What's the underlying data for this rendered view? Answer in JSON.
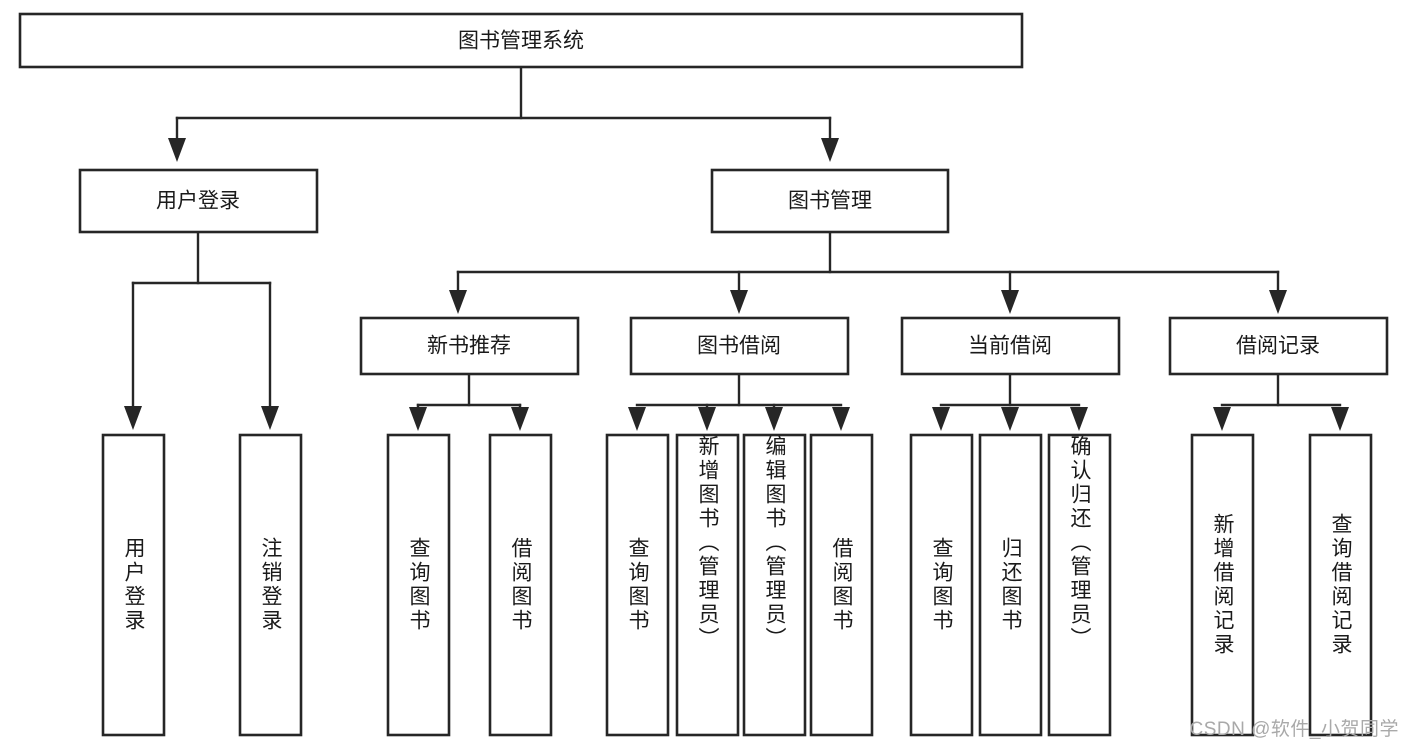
{
  "diagram": {
    "title": "图书管理系统",
    "watermark": "CSDN @软件_小贺同学",
    "style": {
      "box_fill": "#ffffff",
      "box_stroke": "#262626",
      "text_color": "#1a1a1a",
      "watermark_color": "#a9a9a9",
      "background": "#ffffff"
    },
    "levels": {
      "root": {
        "label": "图书管理系统"
      },
      "level2": [
        {
          "label": "用户登录"
        },
        {
          "label": "图书管理"
        }
      ],
      "level3": [
        {
          "label": "新书推荐"
        },
        {
          "label": "图书借阅"
        },
        {
          "label": "当前借阅"
        },
        {
          "label": "借阅记录"
        }
      ],
      "leaves": {
        "user_login": [
          {
            "label": "用户登录"
          },
          {
            "label": "注销登录"
          }
        ],
        "new_book_recommend": [
          {
            "label": "查询图书"
          },
          {
            "label": "借阅图书"
          }
        ],
        "book_borrow": [
          {
            "label": "查询图书"
          },
          {
            "label": "新增图书（管理员）"
          },
          {
            "label": "编辑图书（管理员）"
          },
          {
            "label": "借阅图书"
          }
        ],
        "current_borrow": [
          {
            "label": "查询图书"
          },
          {
            "label": "归还图书"
          },
          {
            "label": "确认归还（管理员）"
          }
        ],
        "borrow_record": [
          {
            "label": "新增借阅记录"
          },
          {
            "label": "查询借阅记录"
          }
        ]
      }
    }
  }
}
